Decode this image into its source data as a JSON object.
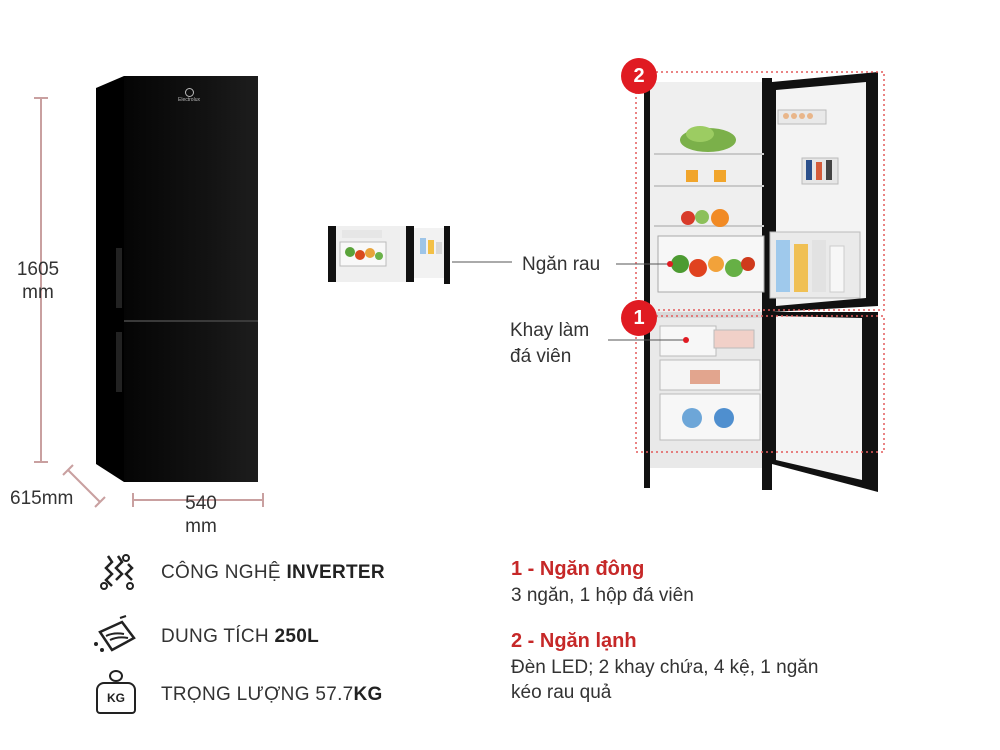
{
  "dimensions": {
    "height_value": "1605",
    "height_unit": "mm",
    "depth": "615mm",
    "width_value": "540",
    "width_unit": "mm"
  },
  "fridge_logo": "Electrolux",
  "callouts": {
    "veg_drawer": "Ngăn rau",
    "ice_tray_line1": "Khay làm",
    "ice_tray_line2": "đá viên"
  },
  "badges": {
    "freezer": "1",
    "fridge": "2"
  },
  "features": [
    {
      "icon": "inverter-chip-icon",
      "label_prefix": "CÔNG NGHỆ ",
      "label_bold": "INVERTER"
    },
    {
      "icon": "capacity-icon",
      "label_prefix": "DUNG TÍCH ",
      "label_bold": "250L"
    },
    {
      "icon": "weight-icon",
      "icon_text": "KG",
      "label_prefix": "TRỌNG LƯỢNG 57.7",
      "label_bold": "KG"
    }
  ],
  "sections": [
    {
      "title": "1 - Ngăn đông",
      "desc_line1": "3 ngăn, 1 hộp đá viên",
      "desc_line2": ""
    },
    {
      "title": "2 - Ngăn lạnh",
      "desc_line1": "Đèn LED; 2 khay chứa, 4 kệ, 1 ngăn",
      "desc_line2": "kéo rau quả"
    }
  ],
  "colors": {
    "accent_red": "#e01b22",
    "title_red": "#c62828",
    "dimension_line": "#c9a0a0",
    "fridge_body": "#0b0b0b"
  }
}
